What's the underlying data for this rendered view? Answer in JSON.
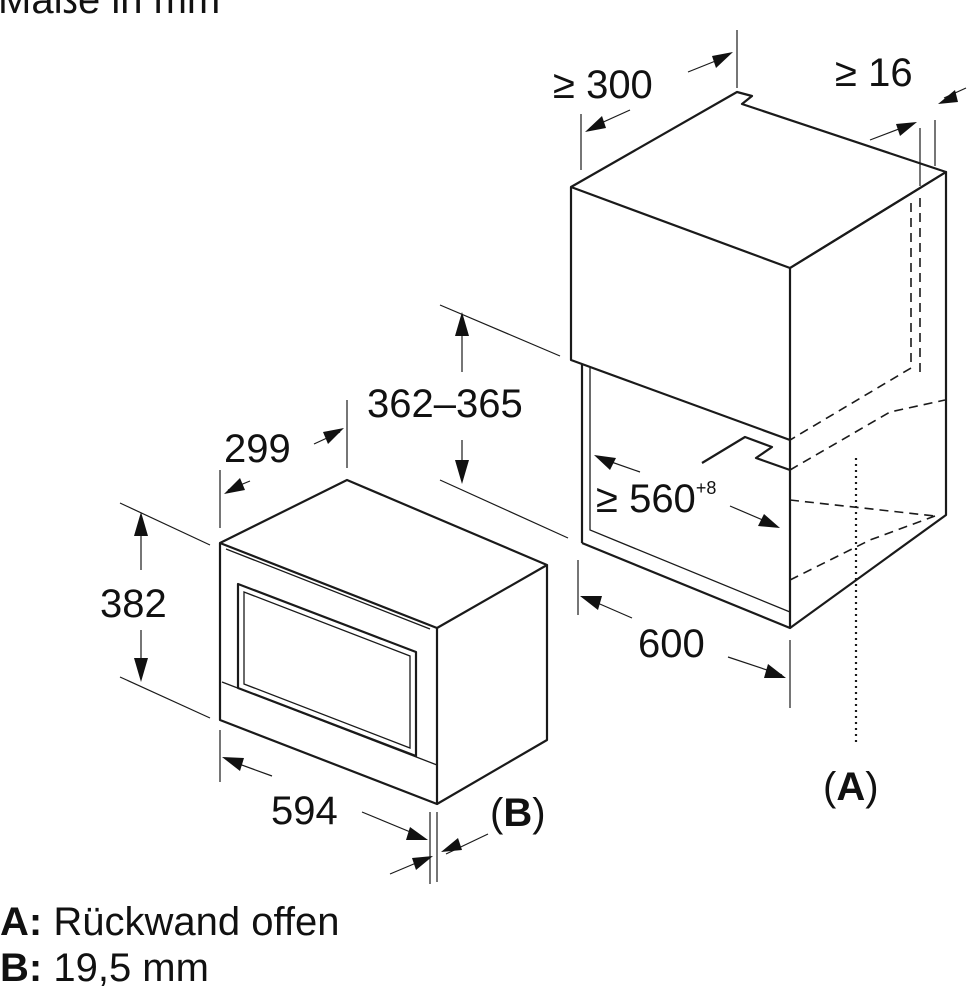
{
  "title": "Maße in mm",
  "dimensions": {
    "niche_depth": "≥ 300",
    "side_gap": "≥ 16",
    "niche_height": "362–365",
    "niche_width_base": "≥ 560",
    "niche_width_tolerance": "+8",
    "cabinet_width": "600",
    "appliance_depth": "299",
    "appliance_height": "382",
    "appliance_width": "594"
  },
  "markers": {
    "a": "A",
    "b": "B"
  },
  "legend": [
    {
      "key": "A:",
      "text": "Rückwand offen"
    },
    {
      "key": "B:",
      "text": "19,5 mm"
    }
  ]
}
